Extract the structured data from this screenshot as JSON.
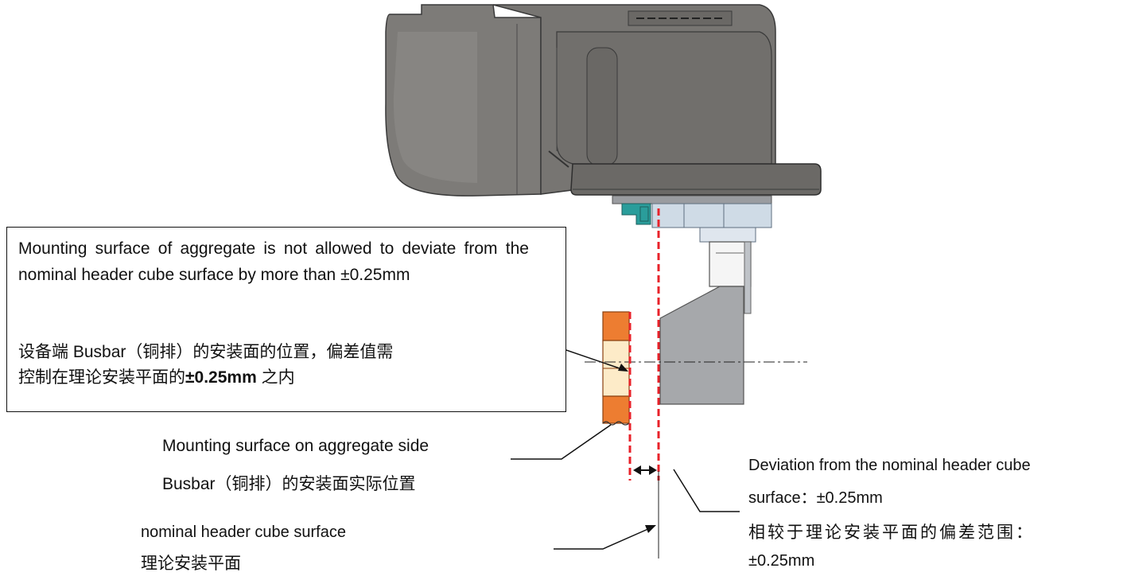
{
  "note_main": {
    "en": "Mounting surface of aggregate is not allowed to deviate from the nominal header cube surface by more than ±0.25mm",
    "cn_line1": "设备端 Busbar（铜排）的安装面的位置，偏差值需",
    "cn_line2_prefix": "控制在理论安装平面的",
    "cn_line2_bold": "±0.25mm",
    "cn_line2_suffix": " 之内"
  },
  "label_actual": {
    "en": "Mounting surface on aggregate side",
    "cn": "Busbar（铜排）的安装面实际位置"
  },
  "label_nominal": {
    "en": "nominal header cube surface",
    "cn": "理论安装平面"
  },
  "label_deviation": {
    "en_line1": "Deviation from the nominal header cube",
    "en_line2": "surface：±0.25mm",
    "cn_line1": "相较于理论安装平面的偏差范围：",
    "cn_line2": "±0.25mm"
  },
  "colors": {
    "housing": "#7d7b78",
    "housing_shadow": "#5f5d5a",
    "flange": "#6b6966",
    "pin_block": "#a6a8ab",
    "busbar_orange": "#ed7d31",
    "busbar_light": "#fdebc8",
    "deviation_line": "#e8222a",
    "teal_part": "#2a9d9b",
    "light_blue_part": "#cfdbe6"
  }
}
